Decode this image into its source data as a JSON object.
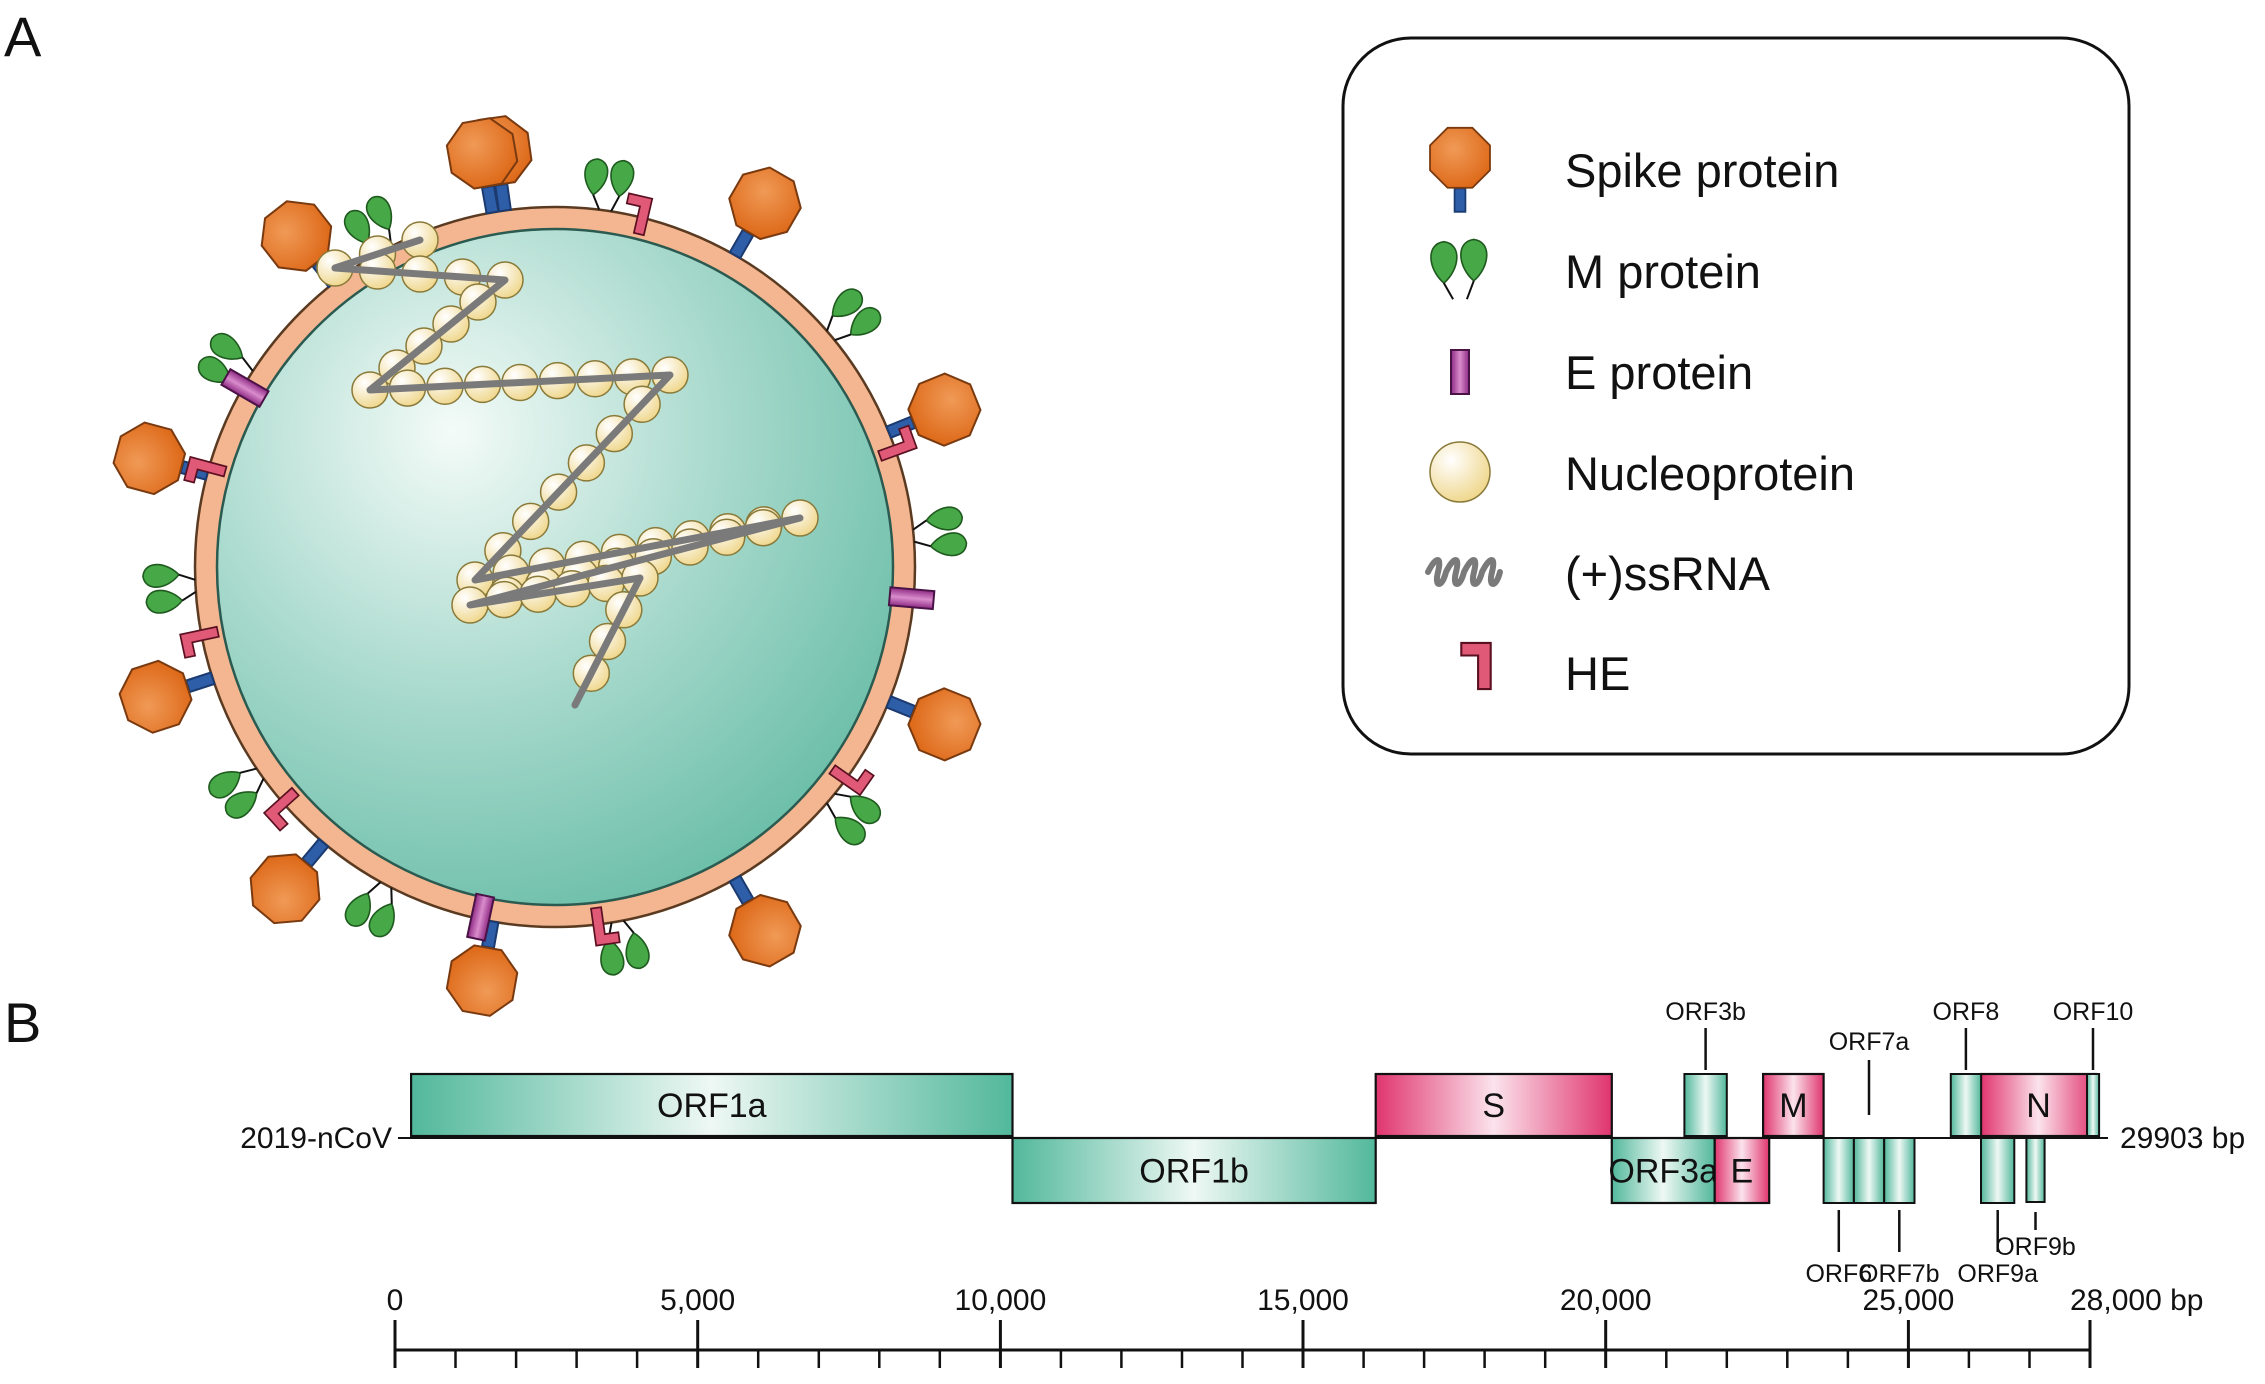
{
  "panels": {
    "a": "A",
    "b": "B"
  },
  "legend": [
    {
      "icon": "spike-icon",
      "label": "Spike protein"
    },
    {
      "icon": "m-protein-icon",
      "label": "M protein"
    },
    {
      "icon": "e-protein-icon",
      "label": "E protein"
    },
    {
      "icon": "nucleoprotein-icon",
      "label": "Nucleoprotein"
    },
    {
      "icon": "rna-icon",
      "label": "(+)ssRNA"
    },
    {
      "icon": "he-icon",
      "label": "HE"
    }
  ],
  "genome": {
    "name": "2019-nCoV",
    "end_label": "29903 bp",
    "colors": {
      "nonstructural": "#5fbfa5",
      "structural": "#e2427f",
      "membrane": "#f3b690",
      "interior": "#77c4b2",
      "spike": "#e2701f",
      "m_protein": "#46a846",
      "e_protein": "#b13b9b",
      "nucleoprotein": "#f5e4a4",
      "rna": "#7a7a7a"
    },
    "segments": [
      {
        "label": "ORF1a",
        "start": 266,
        "end": 10200,
        "kind": "nonstructural",
        "row": "upper"
      },
      {
        "label": "ORF1b",
        "start": 10200,
        "end": 16200,
        "kind": "nonstructural",
        "row": "lower"
      },
      {
        "label": "S",
        "start": 16200,
        "end": 20100,
        "kind": "structural",
        "row": "upper"
      },
      {
        "label": "ORF3a",
        "start": 20100,
        "end": 21800,
        "kind": "nonstructural",
        "row": "lower"
      },
      {
        "label": "E",
        "start": 21800,
        "end": 22700,
        "kind": "structural",
        "row": "lower"
      },
      {
        "label": "M",
        "start": 22600,
        "end": 23600,
        "kind": "structural",
        "row": "upper"
      },
      {
        "label": "N",
        "start": 26200,
        "end": 28100,
        "kind": "structural",
        "row": "upper"
      }
    ],
    "small_orfs": [
      {
        "label": "ORF3b",
        "start": 21300,
        "end": 22000,
        "row": "upper",
        "pos": "above"
      },
      {
        "label": "ORF6",
        "start": 23600,
        "end": 24100,
        "row": "lower",
        "pos": "below"
      },
      {
        "label": "ORF7a",
        "start": 24100,
        "end": 24600,
        "row": "lower",
        "pos": "above"
      },
      {
        "label": "ORF7b",
        "start": 24600,
        "end": 25100,
        "row": "lower",
        "pos": "below"
      },
      {
        "label": "ORF8",
        "start": 25700,
        "end": 26200,
        "row": "upper",
        "pos": "above"
      },
      {
        "label": "ORF9a",
        "start": 26200,
        "end": 26750,
        "row": "lower",
        "pos": "below"
      },
      {
        "label": "ORF9b",
        "start": 26950,
        "end": 27250,
        "row": "lower",
        "pos": "below"
      },
      {
        "label": "ORF10",
        "start": 27950,
        "end": 28150,
        "row": "upper",
        "pos": "above"
      }
    ]
  },
  "scale": {
    "unit": "bp",
    "min": 0,
    "max": 28000,
    "major": [
      {
        "value": 0,
        "label": "0"
      },
      {
        "value": 5000,
        "label": "5,000"
      },
      {
        "value": 10000,
        "label": "10,000"
      },
      {
        "value": 15000,
        "label": "15,000"
      },
      {
        "value": 20000,
        "label": "20,000"
      },
      {
        "value": 25000,
        "label": "25,000"
      },
      {
        "value": 28000,
        "label": "28,000 bp"
      }
    ],
    "minor_step": 1000
  }
}
